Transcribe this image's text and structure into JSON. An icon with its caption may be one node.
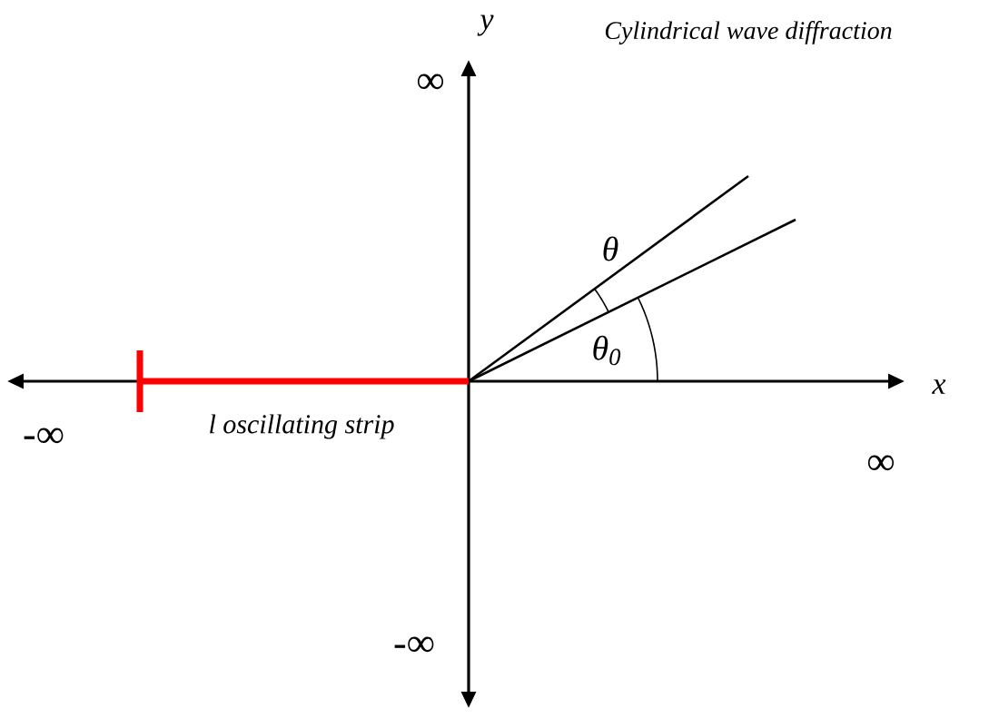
{
  "diagram": {
    "labels": [
      "y",
      "∞",
      "Cylindrical wave diffraction",
      "θ",
      "θ$_{0}$",
      "-∞",
      "x",
      "l oscillating strip",
      "∞",
      "-∞"
    ]
  }
}
